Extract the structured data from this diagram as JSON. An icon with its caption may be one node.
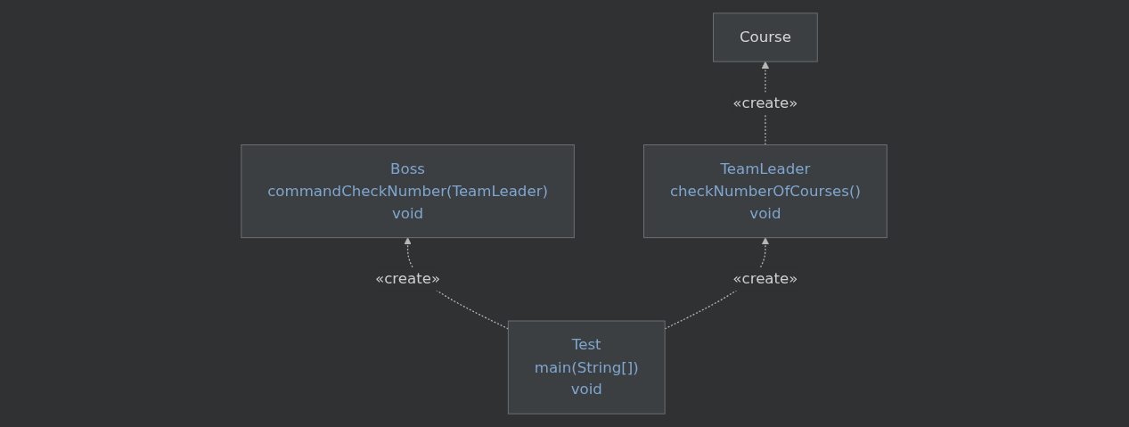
{
  "diagram": {
    "nodes": [
      {
        "text": [
          "Course"
        ]
      },
      {
        "text": [
          "Boss",
          "commandCheckNumber(TeamLeader)",
          "void"
        ]
      },
      {
        "text": [
          "TeamLeader",
          "checkNumberOfCourses()",
          "void"
        ]
      },
      {
        "text": [
          "Test",
          "main(String[])",
          "void"
        ]
      }
    ],
    "edges": [
      {
        "from": 2,
        "to": 0,
        "arrow": "to",
        "label": "«create»",
        "style": "dashed"
      },
      {
        "from": 3,
        "to": 1,
        "arrow": "to",
        "label": "«create»",
        "style": "dashed"
      },
      {
        "from": 3,
        "to": 2,
        "arrow": "to",
        "label": "«create»",
        "style": "dashed"
      }
    ]
  }
}
